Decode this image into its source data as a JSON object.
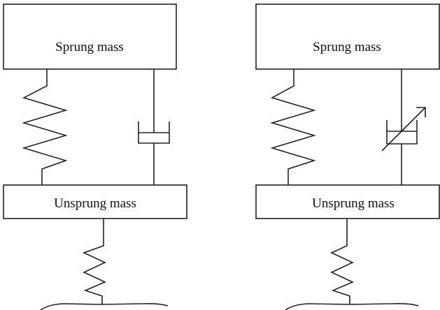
{
  "diagrams": [
    {
      "sprung_label": "Sprung mass",
      "unsprung_label": "Unsprung mass",
      "damper": "passive"
    },
    {
      "sprung_label": "Sprung mass",
      "unsprung_label": "Unsprung mass",
      "damper": "adjustable"
    }
  ],
  "colors": {
    "line": "#222222",
    "background": "#ffffff"
  }
}
